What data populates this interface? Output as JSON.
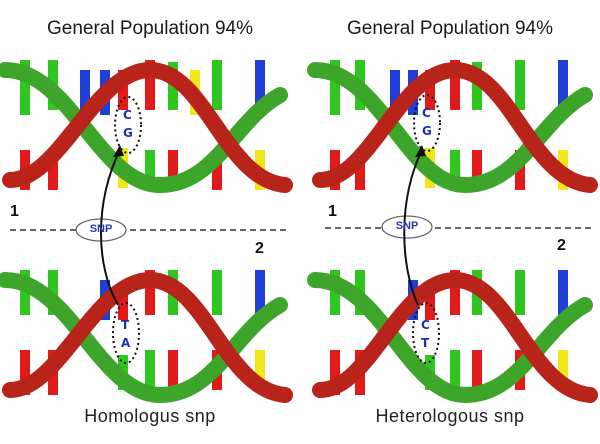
{
  "panels": [
    {
      "title": "General Population 94%",
      "caption": "Homologus snp",
      "label_top": "1",
      "label_bottom": "2",
      "snp_tag": "SNP",
      "top_pair": [
        "C",
        "G"
      ],
      "bottom_pair": [
        "T",
        "A"
      ]
    },
    {
      "title": "General Population 94%",
      "caption": "Heterologous snp",
      "label_top": "1",
      "label_bottom": "2",
      "snp_tag": "SNP",
      "top_pair": [
        "C",
        "G"
      ],
      "bottom_pair": [
        "C",
        "T"
      ]
    }
  ],
  "colors": {
    "strand_green": "#3da52a",
    "strand_red": "#b8231a",
    "base_red": "#e11a1a",
    "base_green": "#2fc61f",
    "base_yellow": "#f0e61a",
    "base_blue": "#1f3fd6",
    "snp_text": "#2b3aa8"
  }
}
